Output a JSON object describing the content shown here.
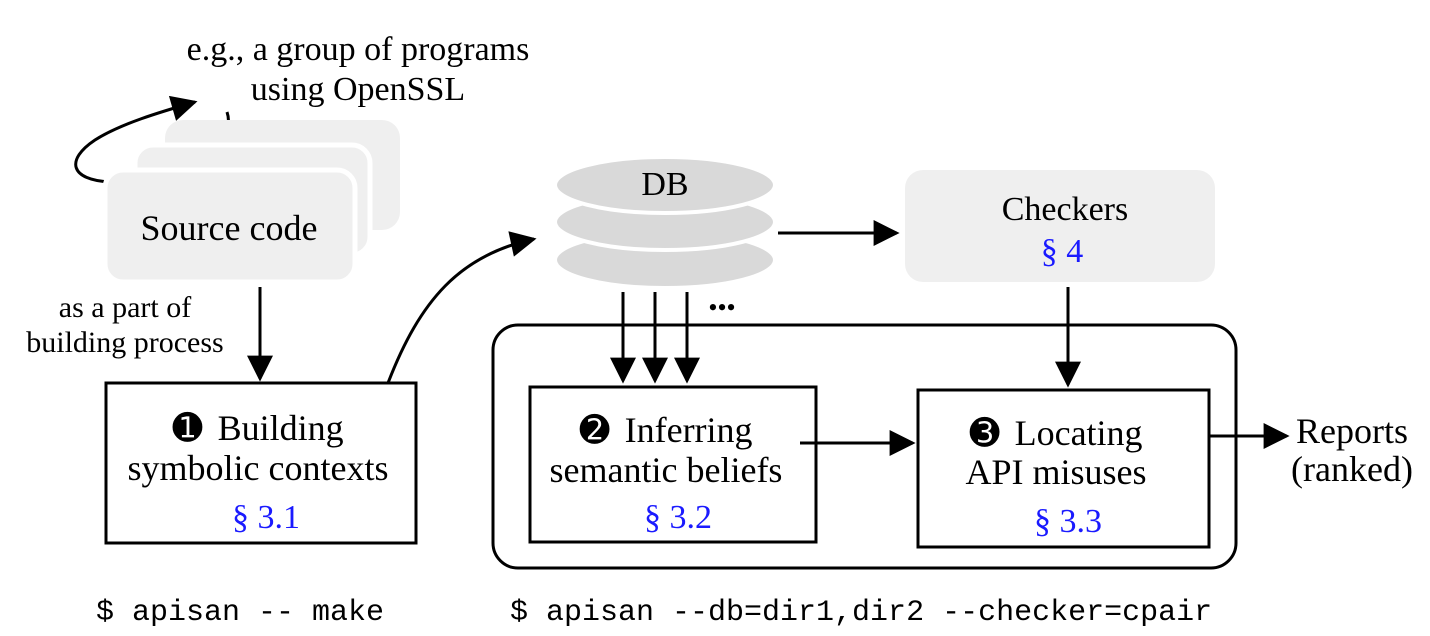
{
  "note": {
    "line1": "e.g., a group of programs",
    "line2": "using OpenSSL"
  },
  "source": {
    "label": "Source code"
  },
  "build_note": {
    "line1": "as a part of",
    "line2": "building process"
  },
  "db": {
    "label": "DB",
    "ellipsis": "•••"
  },
  "checkers": {
    "label": "Checkers",
    "ref": "§ 4"
  },
  "step1": {
    "number": "➊",
    "line1": "Building",
    "line2": "symbolic contexts",
    "ref": "§ 3.1"
  },
  "step2": {
    "number": "➋",
    "line1": "Inferring",
    "line2": "semantic beliefs",
    "ref": "§ 3.2"
  },
  "step3": {
    "number": "➌",
    "line1": "Locating",
    "line2": "API misuses",
    "ref": "§ 3.3"
  },
  "reports": {
    "line1": "Reports",
    "line2": "(ranked)"
  },
  "commands": {
    "build": "$ apisan -- make",
    "check": "$ apisan --db=dir1,dir2 --checker=cpair"
  },
  "colors": {
    "ref_blue": "#1a1aff",
    "box_fill": "#efefef",
    "db_fill": "#d9d9d9",
    "stroke": "#000000"
  }
}
